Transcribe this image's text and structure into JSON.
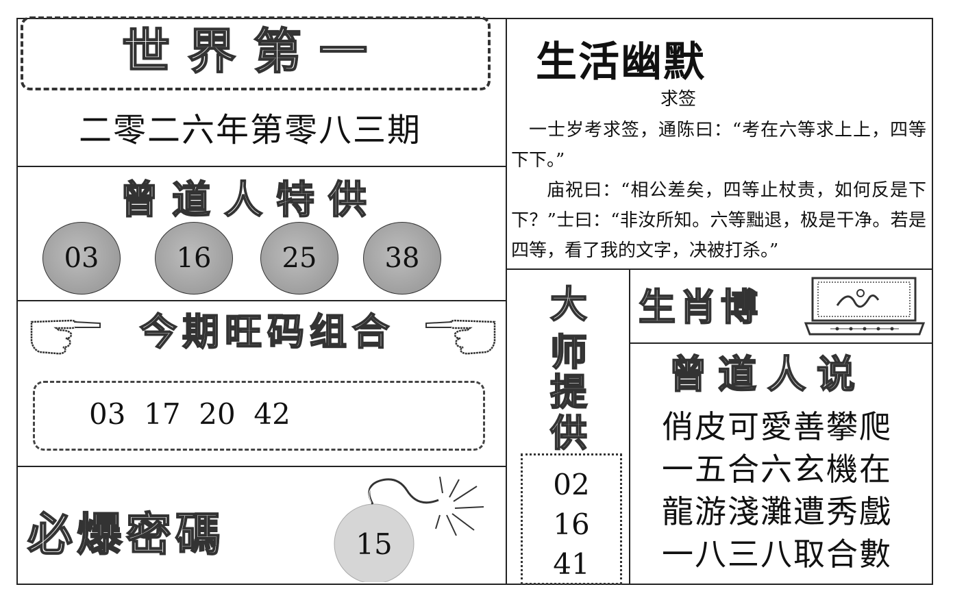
{
  "title": "世界第一",
  "issue": "二零二六年第零八三期",
  "zeng_provide": {
    "heading": "曾道人特供",
    "numbers": [
      "03",
      "16",
      "25",
      "38"
    ]
  },
  "combo": {
    "heading": "今期旺码组合",
    "numbers": "03  17  20  42"
  },
  "bomb": {
    "heading": "必爆密碼",
    "number": "15"
  },
  "humor": {
    "title": "生活幽默",
    "subtitle": "求签",
    "paragraph1": "一士岁考求签，通陈曰：“考在六等求上上，四等下下。”",
    "paragraph2": "庙祝曰：“相公差矣，四等止杖责，如何反是下下？”士曰：“非汝所知。六等黜退，极是干净。若是四等，看了我的文字，决被打杀。”"
  },
  "master": {
    "heading_chars": [
      "大",
      "师",
      "提",
      "供"
    ],
    "numbers": [
      "02",
      "16",
      "41"
    ]
  },
  "zodiac": {
    "heading": "生肖博"
  },
  "zeng_says": {
    "heading": "曾道人说",
    "lines": [
      "俏皮可愛善攀爬",
      "一五合六玄機在",
      "龍游淺灘遭秀戲",
      "一八三八取合數"
    ]
  }
}
